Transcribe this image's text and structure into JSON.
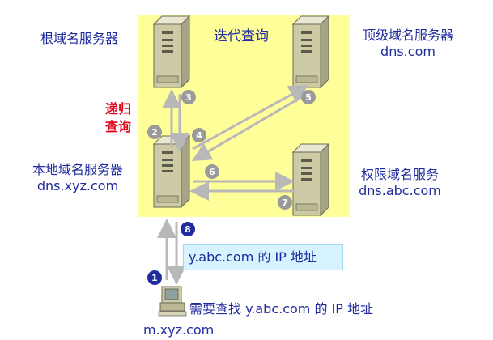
{
  "title": "迭代查询",
  "recursive_label_1": "递归",
  "recursive_label_2": "查询",
  "servers": {
    "root": {
      "name": "根域名服务器"
    },
    "tld": {
      "name": "顶级域名服务器",
      "domain": "dns.com"
    },
    "local": {
      "name": "本地域名服务器",
      "domain": "dns.xyz.com"
    },
    "authoritative": {
      "name": "权限域名服务",
      "domain": "dns.abc.com"
    }
  },
  "client": {
    "domain": "m.xyz.com",
    "query_text": "需要查找 y.abc.com 的 IP 地址"
  },
  "answer_text": "y.abc.com 的 IP 地址",
  "steps": [
    "1",
    "2",
    "3",
    "4",
    "5",
    "6",
    "7",
    "8"
  ],
  "colors": {
    "iterative_region": "#ffff99",
    "label_blue": "#1f2b9e",
    "recursive_red": "#e2001a",
    "arrow_gray": "#b8b8b8",
    "server_beige": "#cdcaa6",
    "step_marker_gray": "#9a9a9a",
    "step_marker_blue": "#1f2b9e",
    "answer_box": "#d7f3ff"
  }
}
